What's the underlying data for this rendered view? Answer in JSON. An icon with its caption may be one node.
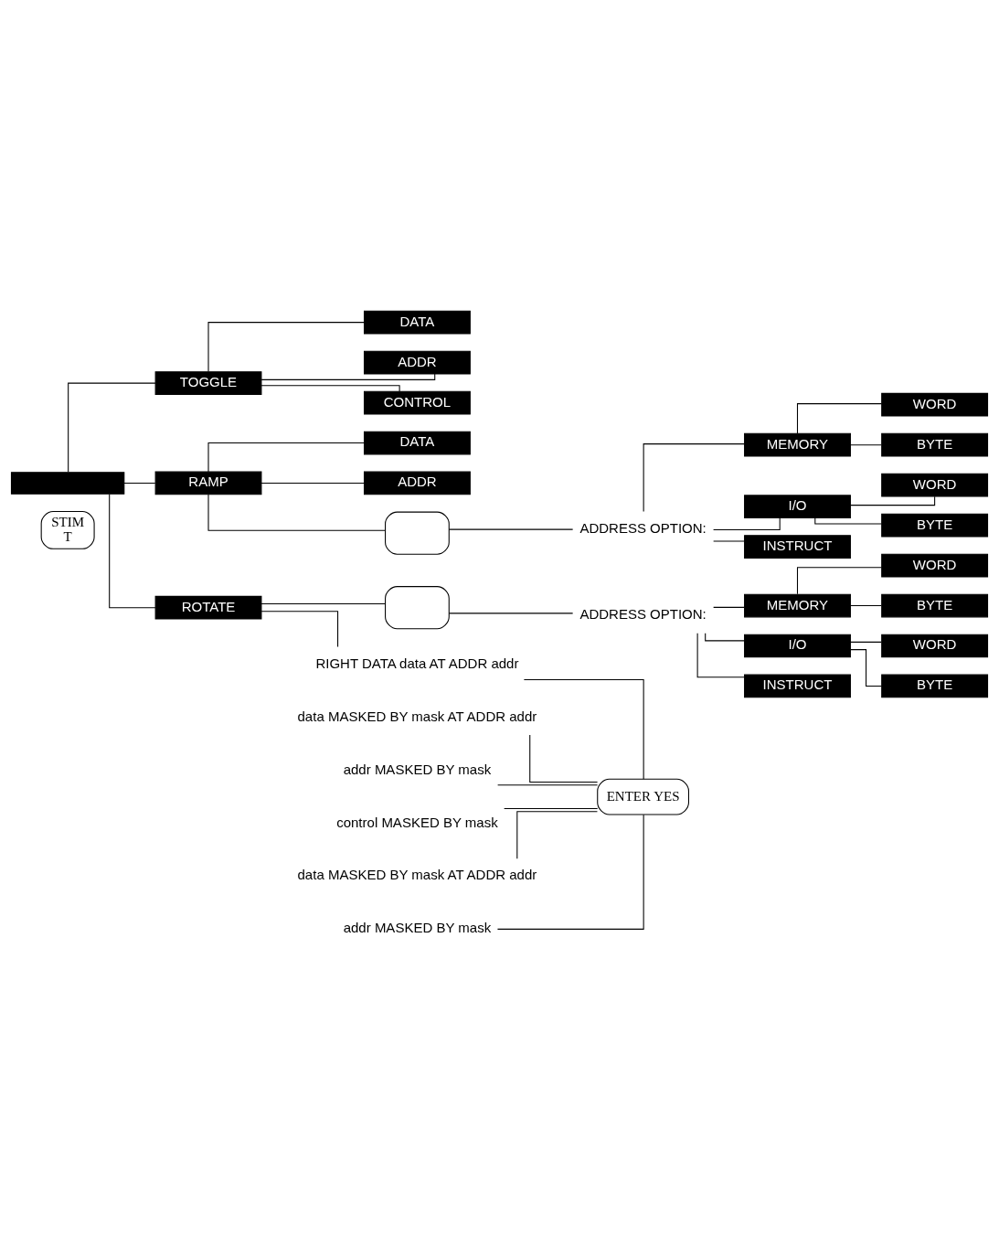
{
  "diagram": {
    "nodes": [
      {
        "text": [
          "STIM",
          "T"
        ]
      },
      {
        "text": [],
        "shape": "bar"
      },
      {
        "text": [
          "TOGGLE"
        ]
      },
      {
        "text": [
          "DATA"
        ]
      },
      {
        "text": [
          "data MASKED BY mask AT ADDR addr"
        ]
      },
      {
        "text": [
          "ADDR"
        ]
      },
      {
        "text": [
          "addr MASKED BY mask"
        ]
      },
      {
        "text": [
          "CONTROL"
        ]
      },
      {
        "text": [
          "control MASKED BY mask"
        ]
      },
      {
        "text": [
          "RAMP"
        ]
      },
      {
        "text": [
          "DATA"
        ]
      },
      {
        "text": [
          "data MASKED BY mask AT ADDR addr"
        ]
      },
      {
        "text": [
          "ADDR"
        ]
      },
      {
        "text": [
          "addr MASKED BY mask"
        ]
      },
      {
        "text": [],
        "shape": "box"
      },
      {
        "text": [
          "ADDRESS OPTION:"
        ]
      },
      {
        "text": [
          "MEMORY"
        ]
      },
      {
        "text": [
          "WORD"
        ]
      },
      {
        "text": [
          "BYTE"
        ]
      },
      {
        "text": [
          "I/O"
        ]
      },
      {
        "text": [
          "WORD"
        ]
      },
      {
        "text": [
          "BYTE"
        ]
      },
      {
        "text": [
          "INSTRUCT"
        ]
      },
      {
        "text": [
          "ROTATE"
        ]
      },
      {
        "text": [
          "RIGHT DATA data AT ADDR addr"
        ]
      },
      {
        "text": [],
        "shape": "box"
      },
      {
        "text": [
          "ADDRESS OPTION:"
        ]
      },
      {
        "text": [
          "MEMORY"
        ]
      },
      {
        "text": [
          "WORD"
        ]
      },
      {
        "text": [
          "BYTE"
        ]
      },
      {
        "text": [
          "I/O"
        ]
      },
      {
        "text": [
          "WORD"
        ]
      },
      {
        "text": [
          "BYTE"
        ]
      },
      {
        "text": [
          "INSTRUCT"
        ]
      },
      {
        "text": [
          "ENTER YES"
        ]
      }
    ],
    "edges": [
      {
        "from": 1,
        "to": 2,
        "arrow": "none"
      },
      {
        "from": 1,
        "to": 9,
        "arrow": "none"
      },
      {
        "from": 1,
        "to": 23,
        "arrow": "none"
      },
      {
        "from": 2,
        "to": 3,
        "arrow": "none"
      },
      {
        "from": 2,
        "to": 5,
        "arrow": "none"
      },
      {
        "from": 2,
        "to": 7,
        "arrow": "none"
      },
      {
        "from": 4,
        "to": 34,
        "arrow": "none"
      },
      {
        "from": 6,
        "to": 34,
        "arrow": "none"
      },
      {
        "from": 8,
        "to": 34,
        "arrow": "none"
      },
      {
        "from": 9,
        "to": 10,
        "arrow": "none"
      },
      {
        "from": 9,
        "to": 12,
        "arrow": "none"
      },
      {
        "from": 11,
        "to": 34,
        "arrow": "none"
      },
      {
        "from": 13,
        "to": 34,
        "arrow": "none"
      },
      {
        "from": 9,
        "to": 14,
        "arrow": "none"
      },
      {
        "from": 14,
        "to": 15,
        "arrow": "none"
      },
      {
        "from": 15,
        "to": 16,
        "arrow": "none"
      },
      {
        "from": 15,
        "to": 19,
        "arrow": "none"
      },
      {
        "from": 15,
        "to": 22,
        "arrow": "none"
      },
      {
        "from": 16,
        "to": 17,
        "arrow": "none"
      },
      {
        "from": 16,
        "to": 18,
        "arrow": "none"
      },
      {
        "from": 19,
        "to": 20,
        "arrow": "none"
      },
      {
        "from": 19,
        "to": 21,
        "arrow": "none"
      },
      {
        "from": 23,
        "to": 24,
        "arrow": "none"
      },
      {
        "from": 24,
        "to": 34,
        "arrow": "none"
      },
      {
        "from": 23,
        "to": 25,
        "arrow": "none"
      },
      {
        "from": 25,
        "to": 26,
        "arrow": "none"
      },
      {
        "from": 26,
        "to": 27,
        "arrow": "none"
      },
      {
        "from": 26,
        "to": 30,
        "arrow": "none"
      },
      {
        "from": 26,
        "to": 33,
        "arrow": "none"
      },
      {
        "from": 27,
        "to": 28,
        "arrow": "none"
      },
      {
        "from": 27,
        "to": 29,
        "arrow": "none"
      },
      {
        "from": 30,
        "to": 31,
        "arrow": "none"
      },
      {
        "from": 30,
        "to": 32,
        "arrow": "none"
      }
    ]
  }
}
